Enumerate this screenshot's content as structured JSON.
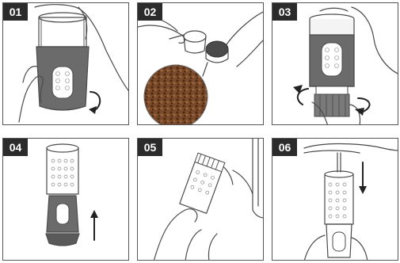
{
  "steps": [
    {
      "number": "01"
    },
    {
      "number": "02"
    },
    {
      "number": "03"
    },
    {
      "number": "04"
    },
    {
      "number": "05"
    },
    {
      "number": "06"
    }
  ],
  "colors": {
    "label_bg": "#2b2b2b",
    "label_text": "#ffffff",
    "device_sleeve": "#6b6b6b",
    "coffee_grounds": "#7a4a2a",
    "outline": "#4a4a4a"
  }
}
